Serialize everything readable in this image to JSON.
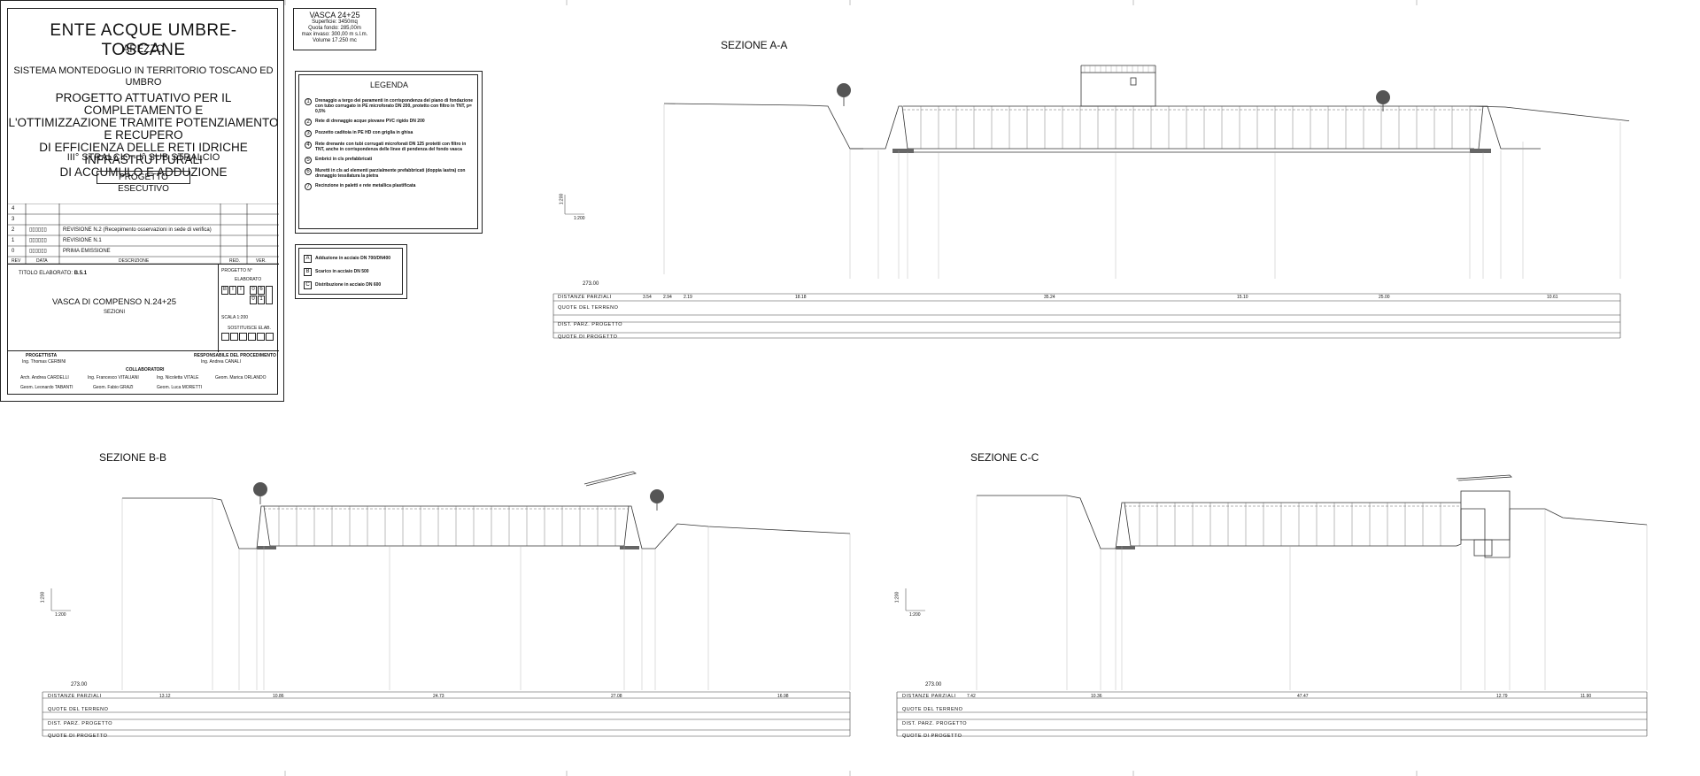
{
  "title_block": {
    "ente": "ENTE ACQUE UMBRE-TOSCANE",
    "city": "AREZZO",
    "sistema": "SISTEMA MONTEDOGLIO IN TERRITORIO TOSCANO ED UMBRO",
    "progetto_lines": [
      "PROGETTO ATTUATIVO PER IL COMPLETAMENTO E",
      "L'OTTIMIZZAZIONE TRAMITE POTENZIAMENTO E RECUPERO",
      "DI EFFICIENZA DELLE RETI IDRICHE INFRASTRUTTURALI",
      "DI ACCUMULO E ADDUZIONE"
    ],
    "stralcio": "III° STRALCIO - I° SUB STRALCIO",
    "fase": "PROGETTO ESECUTIVO",
    "revisions": [
      {
        "n": "4",
        "date": "",
        "desc": ""
      },
      {
        "n": "3",
        "date": "",
        "desc": ""
      },
      {
        "n": "2",
        "date": "▯▯▯▯▯▯",
        "desc": "REVISIONE N.2  (Recepimento osservazioni in sede di verifica)"
      },
      {
        "n": "1",
        "date": "▯▯▯▯▯▯",
        "desc": "REVISIONE N.1"
      },
      {
        "n": "0",
        "date": "▯▯▯▯▯▯",
        "desc": "PRIMA EMISSIONE"
      }
    ],
    "rev_header": {
      "rev": "REV",
      "data": "DATA",
      "desc": "DESCRIZIONE",
      "red": "RED.",
      "ver": "VER."
    },
    "titolo_label": "TITOLO ELABORATO:",
    "titolo_code": "B.5.1",
    "progetto_n": "PROGETTO N°",
    "elaborato": "ELABORATO",
    "codes": [
      "B",
      "T",
      "T",
      "0",
      "6",
      "0",
      "1"
    ],
    "elaborato_name": "VASCA DI COMPENSO N.24+25",
    "elaborato_sub": "SEZIONI",
    "scala": "SCALA 1:200",
    "sostituisce": "SOSTITUISCE ELAB.",
    "progettista_label": "PROGETTISTA",
    "progettista": "Ing. Thomas CERBINI",
    "responsabile_label": "RESPONSABILE DEL PROCEDIMENTO",
    "responsabile": "Ing. Andrea CANALI",
    "collaboratori_label": "COLLABORATORI",
    "collaboratori": [
      "Arch. Andrea CARDELLI",
      "Ing. Francesco VITALIANI",
      "Ing. Nicoletta VITALE",
      "Geom. Marica ORLANDO",
      "Geom. Leonardo TABANTI",
      "Geom. Fabio GRAZI",
      "Geom. Luca MORETTI"
    ]
  },
  "vasca_box": {
    "title": "VASCA 24+25",
    "lines": [
      "Superficie: 3450mq",
      "Quota fondo: 285,00m",
      "max invaso: 300,00 m s.l.m.",
      "Volume 17.250 mc"
    ]
  },
  "legenda": {
    "title": "LEGENDA",
    "items": [
      {
        "n": "1",
        "text": "Drenaggio a tergo dei paramenti in corrispondenza del piano di fondazione con tubo corrugato in PE microforato DN 200, protetto con filtro in TNT, p= 0,5%"
      },
      {
        "n": "2",
        "text": "Rete di drenaggio acque piovane PVC rigido DN 200"
      },
      {
        "n": "3",
        "text": "Pozzetto caditoia in PE HD con griglia in ghisa"
      },
      {
        "n": "4",
        "text": "Rete drenante con tubi corrugati microforati DN 125 protetti con filtro in TNT, anche in corrispondenza delle linee di pendenza del fondo vasca"
      },
      {
        "n": "5",
        "text": "Embrici in cls prefabbricati"
      },
      {
        "n": "6",
        "text": "Muretti in cls ad elementi parzialmente prefabbricati (doppia lastra) con drenaggio tessilatura la pietra"
      },
      {
        "n": "7",
        "text": "Recinzione in paletti e rete metallica plastificata"
      }
    ],
    "pipes": [
      {
        "k": "A",
        "text": "Adduzione in acciaio DN 700/DN400"
      },
      {
        "k": "B",
        "text": "Scarico in acciaio DN 500"
      },
      {
        "k": "C",
        "text": "Distribuzione in acciaio DN 600"
      }
    ]
  },
  "sections": {
    "a": {
      "title": "SEZIONE A-A",
      "datum": "273.00",
      "rows": [
        "DISTANZE PARZIALI",
        "QUOTE DEL TERRENO",
        "DIST. PARZ. PROGETTO",
        "QUOTE DI PROGETTO"
      ],
      "distanze": [
        "3.54",
        "2.94",
        "2.19",
        "18.18",
        "35.24",
        "15.10",
        "25.00",
        "10.61"
      ],
      "scale_v": "1:200",
      "scale_h": "1:200"
    },
    "b": {
      "title": "SEZIONE B-B",
      "datum": "273.00",
      "rows": [
        "DISTANZE PARZIALI",
        "QUOTE DEL TERRENO",
        "DIST. PARZ. PROGETTO",
        "QUOTE DI PROGETTO"
      ],
      "distanze": [
        "13.12",
        "10.86",
        "24.73",
        "27.08",
        "16.98"
      ],
      "scale_v": "1:200",
      "scale_h": "1:200"
    },
    "c": {
      "title": "SEZIONE C-C",
      "datum": "273.00",
      "rows": [
        "DISTANZE PARZIALI",
        "QUOTE DEL TERRENO",
        "DIST. PARZ. PROGETTO",
        "QUOTE DI PROGETTO"
      ],
      "distanze": [
        "7.42",
        "10.36",
        "47.47",
        "12.79",
        "11.90"
      ],
      "scale_v": "1:200",
      "scale_h": "1:200"
    }
  }
}
